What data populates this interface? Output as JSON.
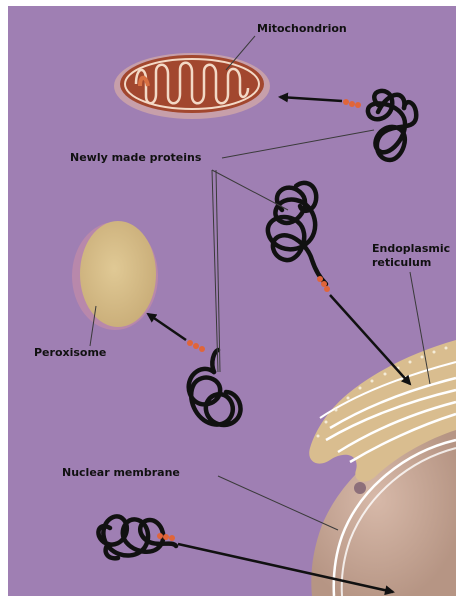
{
  "labels": {
    "mitochondrion": "Mitochondrion",
    "newly_made_proteins": "Newly made proteins",
    "er_line1": "Endoplasmic",
    "er_line2": "reticulum",
    "peroxisome": "Peroxisome",
    "nuclear_membrane": "Nuclear membrane"
  },
  "colors": {
    "background": "#9f7fb3",
    "mito_outer": "#a2472e",
    "mito_inner": "#d87042",
    "peroxisome": "#d8c08a",
    "er_fill": "#d9bd8f",
    "nucleus": "#c9a998",
    "signal_peptide": "#e0653a",
    "protein_strand": "#111111"
  }
}
